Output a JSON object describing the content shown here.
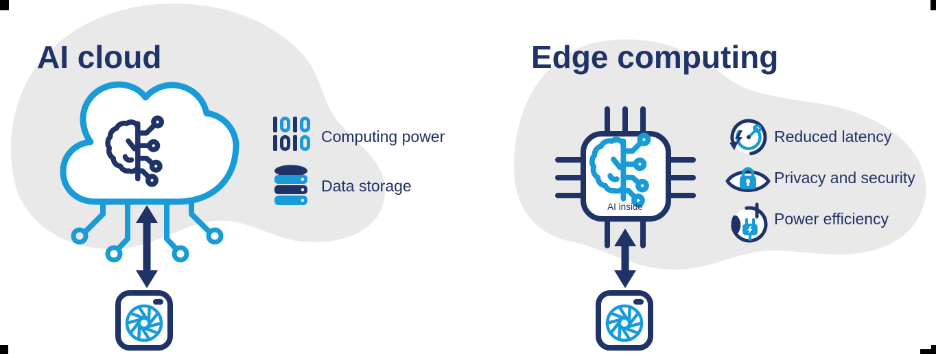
{
  "colors": {
    "navy": "#203366",
    "blue": "#189bd7",
    "blob_gray": "#e9e9ea",
    "white": "#ffffff",
    "crop_mark_black": "#000000"
  },
  "left_panel": {
    "title": "AI cloud",
    "cloud_icon": "cloud-with-ai-brain-icon",
    "connection_icon": "bidirectional-arrow-icon",
    "device_icon": "camera-icon",
    "binary_icon": {
      "rows": [
        "1010",
        "1010"
      ],
      "char_colors": [
        [
          "navy",
          "blue",
          "navy",
          "blue"
        ],
        [
          "navy",
          "navy",
          "navy",
          "blue"
        ]
      ]
    },
    "features": [
      {
        "icon": "binary-code-icon",
        "label": "Computing power"
      },
      {
        "icon": "database-icon",
        "label": "Data storage"
      }
    ]
  },
  "right_panel": {
    "title": "Edge computing",
    "chip_icon": "ai-chip-icon",
    "chip_label": "AI inside",
    "connection_icon": "bidirectional-arrow-icon",
    "device_icon": "camera-icon",
    "features": [
      {
        "icon": "reduced-latency-icon",
        "label": "Reduced latency"
      },
      {
        "icon": "privacy-security-icon",
        "label": "Privacy and security"
      },
      {
        "icon": "power-efficiency-icon",
        "label": "Power efficiency"
      }
    ]
  }
}
